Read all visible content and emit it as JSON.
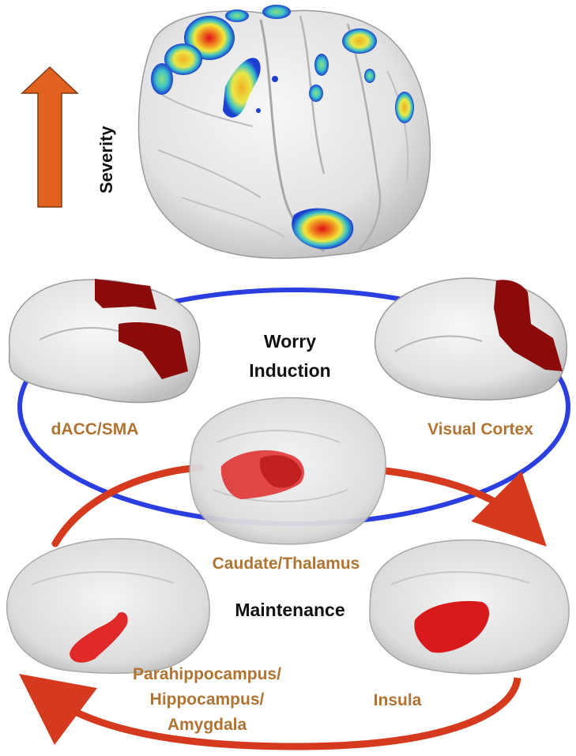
{
  "severity": {
    "label": "Severity",
    "arrow_color": "#e0621e"
  },
  "phases": {
    "worry_line1": "Worry",
    "worry_line2": "Induction",
    "maintenance": "Maintenance"
  },
  "regions": {
    "dacc": "dACC/SMA",
    "visual": "Visual Cortex",
    "caudate": "Caudate/Thalamus",
    "para_line1": "Parahippocampus/",
    "para_line2": "Hippocampus/",
    "para_line3": "Amygdala",
    "insula": "Insula"
  },
  "colors": {
    "induction_loop": "#2b3fe0",
    "maintenance_loop": "#d63a1e",
    "region_label": "#b07332",
    "cortical_activation": "#8b0a0a",
    "subcortical_activation": "#e02a2a"
  },
  "icons": {
    "top_brain": "brain-lateral-heatmap-icon",
    "medial_left": "brain-medial-icon",
    "medial_right": "brain-medial-icon",
    "glass_center": "brain-glass-icon",
    "glass_left": "brain-glass-icon",
    "glass_right": "brain-glass-icon"
  }
}
